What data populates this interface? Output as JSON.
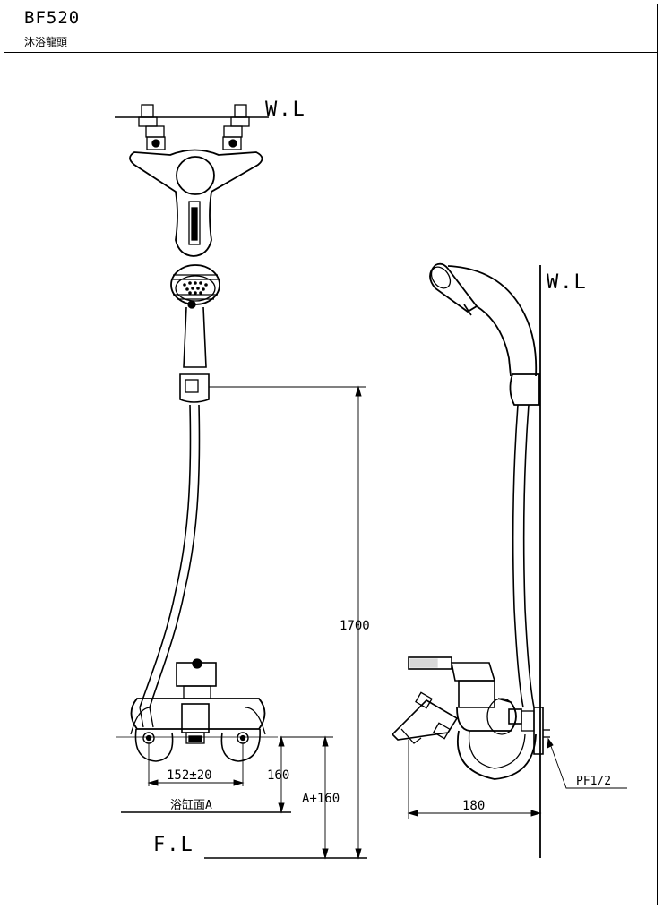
{
  "title_block": {
    "model": "BF520",
    "product_name": "沐浴龍頭"
  },
  "labels": {
    "wall_line_front": "W.L",
    "wall_line_side": "W.L",
    "floor_line": "F.L",
    "tub_surface": "浴缸面A",
    "pipe_thread": "PF1/2"
  },
  "dimensions": {
    "height_total": "1700",
    "center_spacing": "152±20",
    "valve_height": "160",
    "valve_height_from_floor": "A+160",
    "projection": "180"
  }
}
